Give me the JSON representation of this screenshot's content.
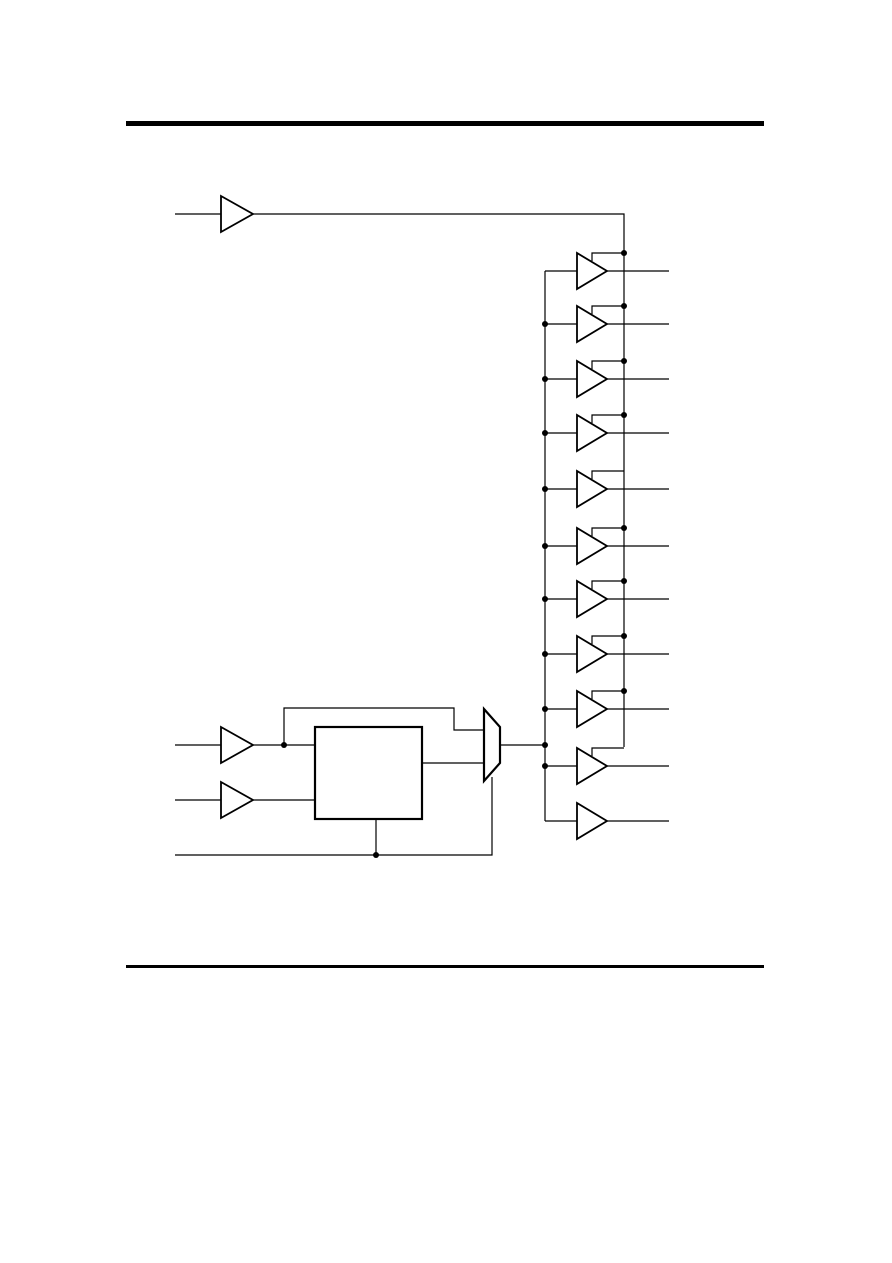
{
  "page": {
    "background_color": "#ffffff",
    "line_color": "#000000"
  },
  "diagram": {
    "kind": "clock-distribution-schematic",
    "text_labels": [],
    "input_buffer_count": 3,
    "output_buffer_count": 11,
    "mux_count": 1,
    "block_count": 1
  }
}
